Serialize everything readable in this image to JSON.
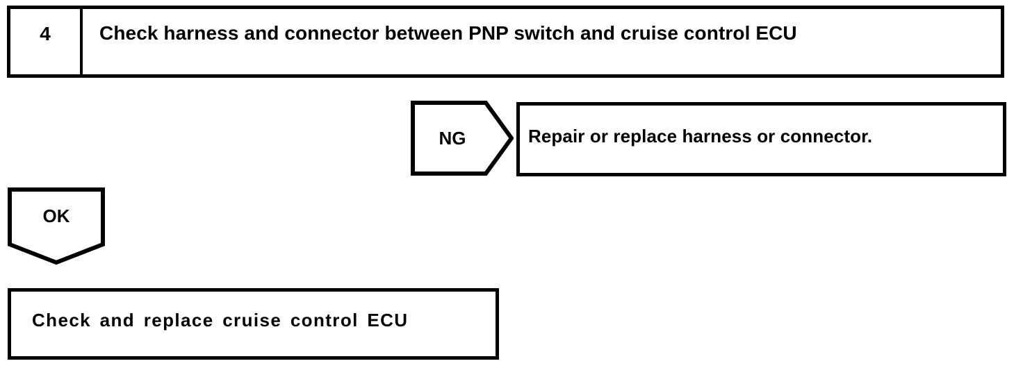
{
  "diagram": {
    "type": "troubleshooting-flowchart",
    "colors": {
      "stroke": "#000000",
      "fill": "#ffffff",
      "text": "#000000"
    },
    "step": {
      "number": "4",
      "title": "Check harness and connector between PNP switch and cruise control ECU"
    },
    "branches": [
      {
        "label": "NG",
        "direction": "right",
        "result": "Repair or replace harness or connector."
      },
      {
        "label": "OK",
        "direction": "down",
        "result": "Check and replace cruise control ECU"
      }
    ],
    "ng_branch": {
      "label": "NG",
      "result_text": "Repair or replace harness or connector."
    },
    "ok_branch": {
      "label": "OK",
      "result_text": "Check and replace cruise control ECU"
    }
  }
}
